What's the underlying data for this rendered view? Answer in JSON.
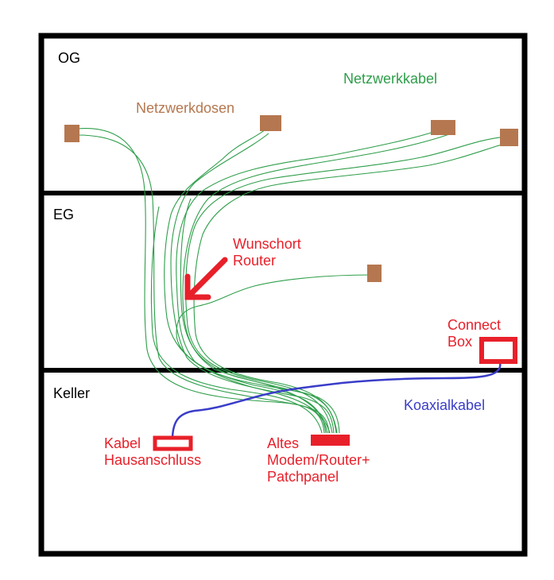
{
  "floors": {
    "og": "OG",
    "eg": "EG",
    "keller": "Keller"
  },
  "labels": {
    "netzwerkkabel": "Netzwerkkabel",
    "netzwerkdosen": "Netzwerkdosen",
    "wunschort": "Wunschort\nRouter",
    "connect_box": "Connect\nBox",
    "koaxialkabel": "Koaxialkabel",
    "hausanschluss": "Kabel\nHausanschluss",
    "modem": "Altes\nModem/Router+\nPatchpanel"
  },
  "colors": {
    "wall": "#000000",
    "network_cable": "#2e9e4a",
    "socket": "#b5774f",
    "highlight_red": "#e8202a",
    "coax": "#3a3dc8",
    "netzwerkdosen_text": "#b5774f",
    "netzwerkkabel_text": "#2e9e4a"
  }
}
